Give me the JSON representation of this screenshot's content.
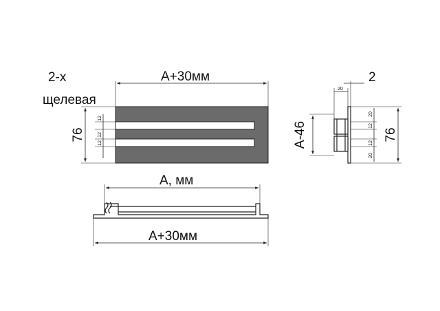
{
  "labels": {
    "type_line1": "2-х",
    "type_line2": "щелевая",
    "top_width": "А+30мм",
    "height_left": "76",
    "slot_1": "12",
    "slot_2": "12",
    "slot_3": "12",
    "side_top": "2",
    "side_flange": "20",
    "side_height_right": "76",
    "side_depth": "А-46",
    "side_seg_1": "20",
    "side_seg_2": "12",
    "side_seg_3": "12",
    "side_seg_4": "20",
    "bottom_inner": "А, мм",
    "bottom_outer": "А+30мм"
  },
  "colors": {
    "plate_fill": "#6b6b6b",
    "line": "#222222",
    "background": "#ffffff"
  }
}
